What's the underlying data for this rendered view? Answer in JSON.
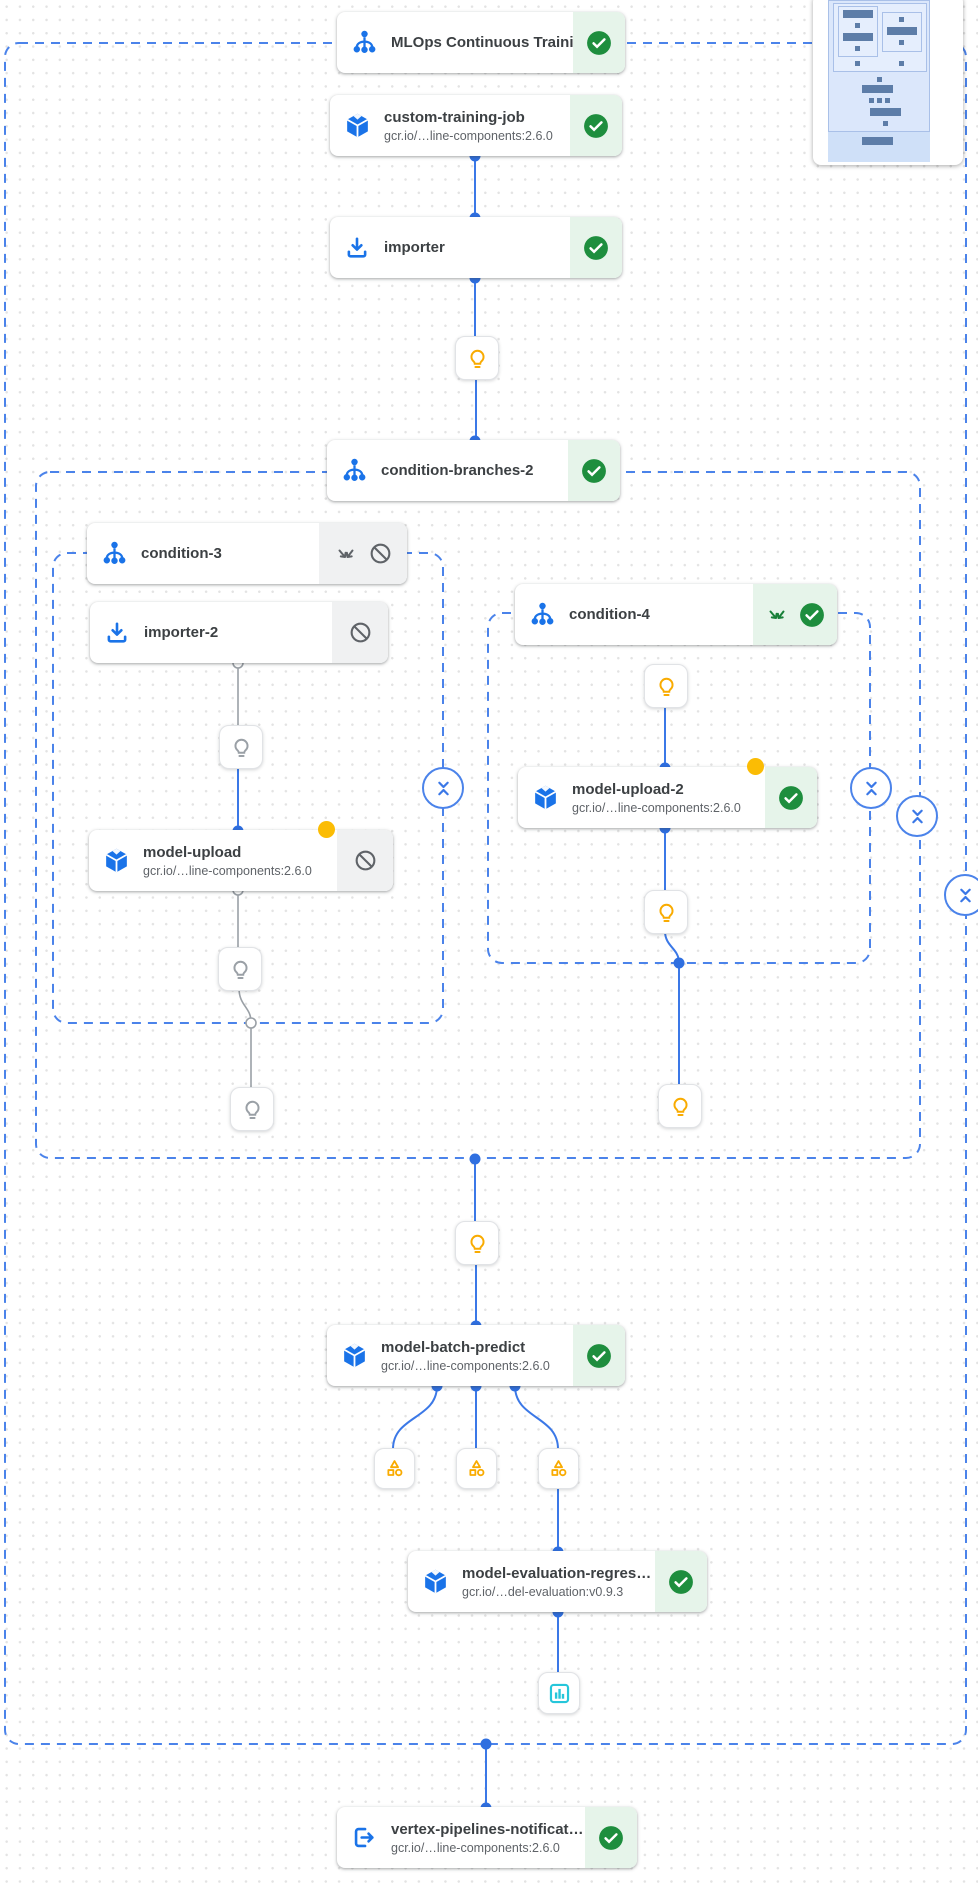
{
  "pipeline": {
    "title_node": "MLOps Continuous Traini…",
    "accent_blue": "#1a73e8",
    "edge_blue": "#3b78e7",
    "edge_gray": "#9aa0a6",
    "success_green": "#1e8e3e",
    "success_bg": "#e6f4ea",
    "skipped_gray": "#5f6368",
    "skipped_bg": "#f0f1f2",
    "warning_yellow": "#f9ab00",
    "metrics_teal": "#26c6da",
    "nodes": {
      "mlops": {
        "title": "MLOps Continuous Traini…",
        "icon": "dag-icon",
        "status": "succeeded"
      },
      "custom_training_job": {
        "title": "custom-training-job",
        "subtitle": "gcr.io/…line-components:2.6.0",
        "icon": "cube-icon",
        "status": "succeeded"
      },
      "importer": {
        "title": "importer",
        "icon": "download-icon",
        "status": "succeeded"
      },
      "condition_branches_2": {
        "title": "condition-branches-2",
        "icon": "dag-icon",
        "status": "succeeded"
      },
      "condition_3": {
        "title": "condition-3",
        "icon": "dag-icon",
        "status": "skipped",
        "badges": [
          "merge-icon",
          "blocked-icon"
        ]
      },
      "importer_2": {
        "title": "importer-2",
        "icon": "download-icon",
        "status": "skipped"
      },
      "model_upload": {
        "title": "model-upload",
        "subtitle": "gcr.io/…line-components:2.6.0",
        "icon": "cube-icon",
        "status": "skipped",
        "has_warning_dot": true
      },
      "condition_4": {
        "title": "condition-4",
        "icon": "dag-icon",
        "status": "succeeded",
        "badges": [
          "merge-icon",
          "check-icon"
        ]
      },
      "model_upload_2": {
        "title": "model-upload-2",
        "subtitle": "gcr.io/…line-components:2.6.0",
        "icon": "cube-icon",
        "status": "succeeded",
        "has_warning_dot": true
      },
      "model_batch_predict": {
        "title": "model-batch-predict",
        "subtitle": "gcr.io/…line-components:2.6.0",
        "icon": "cube-icon",
        "status": "succeeded"
      },
      "model_evaluation_regression": {
        "title": "model-evaluation-regres…",
        "subtitle": "gcr.io/…del-evaluation:v0.9.3",
        "icon": "cube-icon",
        "status": "succeeded"
      },
      "vertex_pipelines_notification": {
        "title": "vertex-pipelines-notificat…",
        "subtitle": "gcr.io/…line-components:2.6.0",
        "icon": "exit-icon",
        "status": "succeeded"
      }
    },
    "helper_nodes": {
      "yellow_bulbs": 5,
      "gray_bulbs": 3,
      "artifact_nodes": 3,
      "metrics_nodes": 1,
      "collapse_buttons": 4
    }
  }
}
